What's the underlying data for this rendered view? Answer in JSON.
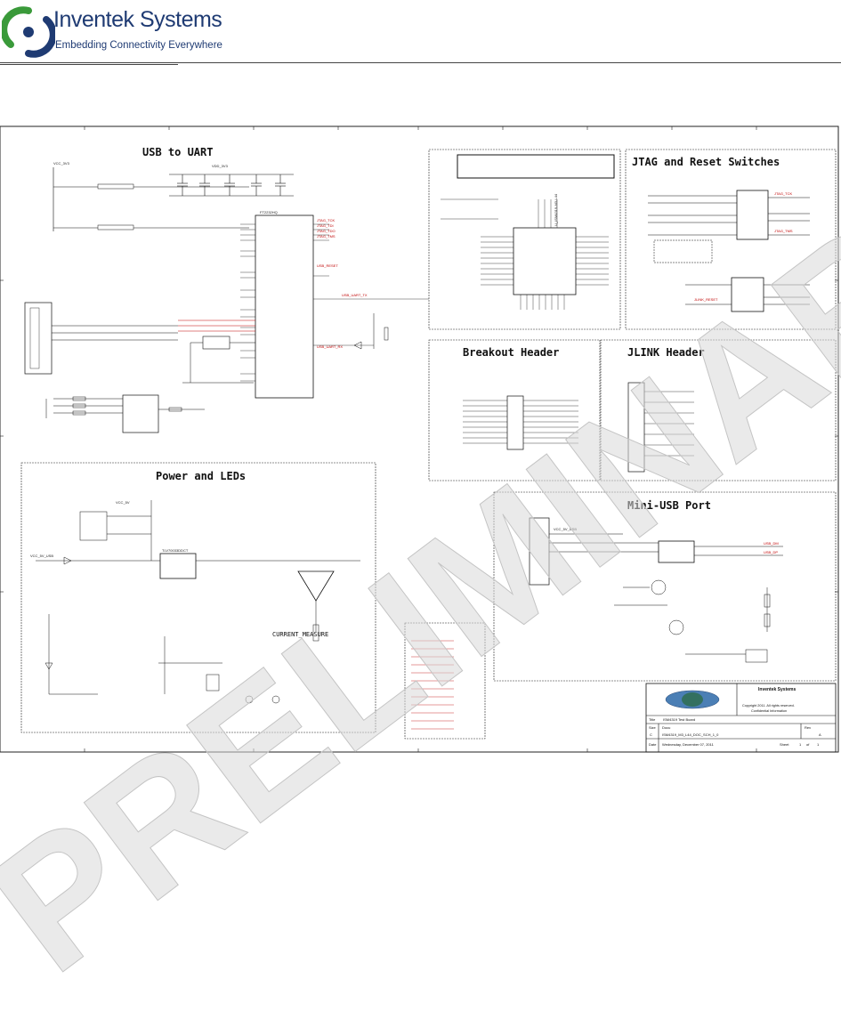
{
  "header": {
    "company_name": "Inventek Systems",
    "tagline": "Embedding Connectivity Everywhere",
    "logo_icon": "inventek-logo-icon",
    "colors": {
      "logo_blue": "#1f3b73",
      "logo_green": "#3a9a3a",
      "net_red": "#c00000"
    }
  },
  "sections": {
    "usb_uart": "USB to UART",
    "jtag": "JTAG and Reset Switches",
    "breakout": "Breakout Header",
    "jlink": "JLINK Header",
    "power": "Power and LEDs",
    "mini_usb": "Mini-USB Port"
  },
  "labels": {
    "vcc_3v3": "VCC_3V3",
    "vdd_3v3": "VDD_3V3",
    "vcc_5v": "VCC_5V",
    "vcc_5v_usb": "VCC_5V_USB",
    "ftdi": "FT2232HQ",
    "module": "U_ISM4319-M3-L44",
    "current_measure": "CURRENT_MEASURE",
    "usb_uart_tx": "USB_UART_TX",
    "usb_uart_rx": "USB_UART_RX",
    "jtag_tck": "JTAG_TCK",
    "jtag_tms": "JTAG_TMS",
    "jtag_tdi": "JTAG_TDI",
    "jtag_tdo": "JTAG_TDO",
    "jlink_reset": "JLINK_RESET",
    "usb_reset": "USB_RESET",
    "ldo": "TLV70033DDCT",
    "usb_dm": "USB_DM",
    "usb_dp": "USB_DP"
  },
  "title_block": {
    "company": "Inventek Systems",
    "copyright": "Copyright 2011. All rights reserved.",
    "confidential": "Confidential Information",
    "title_label": "Title",
    "title": "ISM4319 Test Board",
    "size_label": "Size",
    "size": "C",
    "doc_label": "Docu",
    "doc": "ISM4319_M3_L44_DOC_SCH_1_0",
    "rev_label": "Rev",
    "rev": "A",
    "date_label": "Date",
    "date": "Wednesday, December 07, 2011",
    "sheet_label": "Sheet",
    "sheet": "1",
    "of_label": "of",
    "sheets": "1"
  },
  "watermark": {
    "text": "PRELIMINARY"
  }
}
